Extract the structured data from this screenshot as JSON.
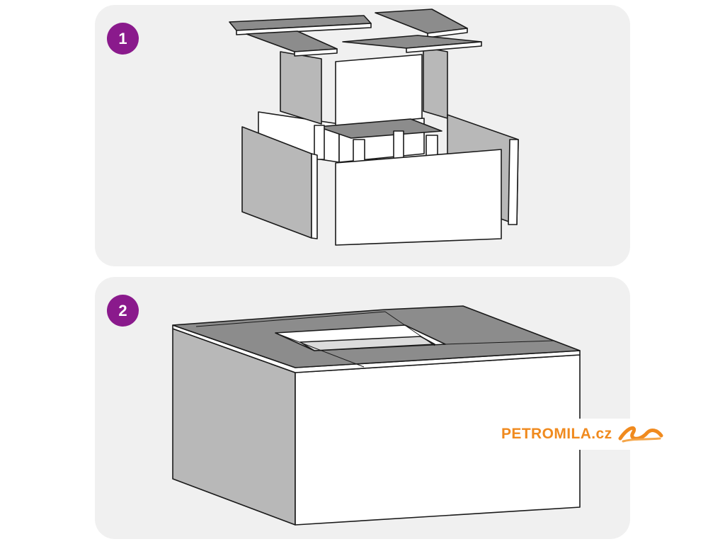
{
  "steps": [
    {
      "number": "1",
      "label": "exploded-view"
    },
    {
      "number": "2",
      "label": "assembled-view"
    }
  ],
  "brand": {
    "name": "PETROMILA.cz",
    "color": "#f08a1e",
    "logo_icon": "swoosh-icon"
  },
  "colors": {
    "badge": "#8a1a8c",
    "panel_background": "#f0f0f0",
    "side_panel": "#b8b8b8",
    "top_panel": "#8c8c8c",
    "front_panel": "#ffffff",
    "outline": "#1a1a1a"
  }
}
